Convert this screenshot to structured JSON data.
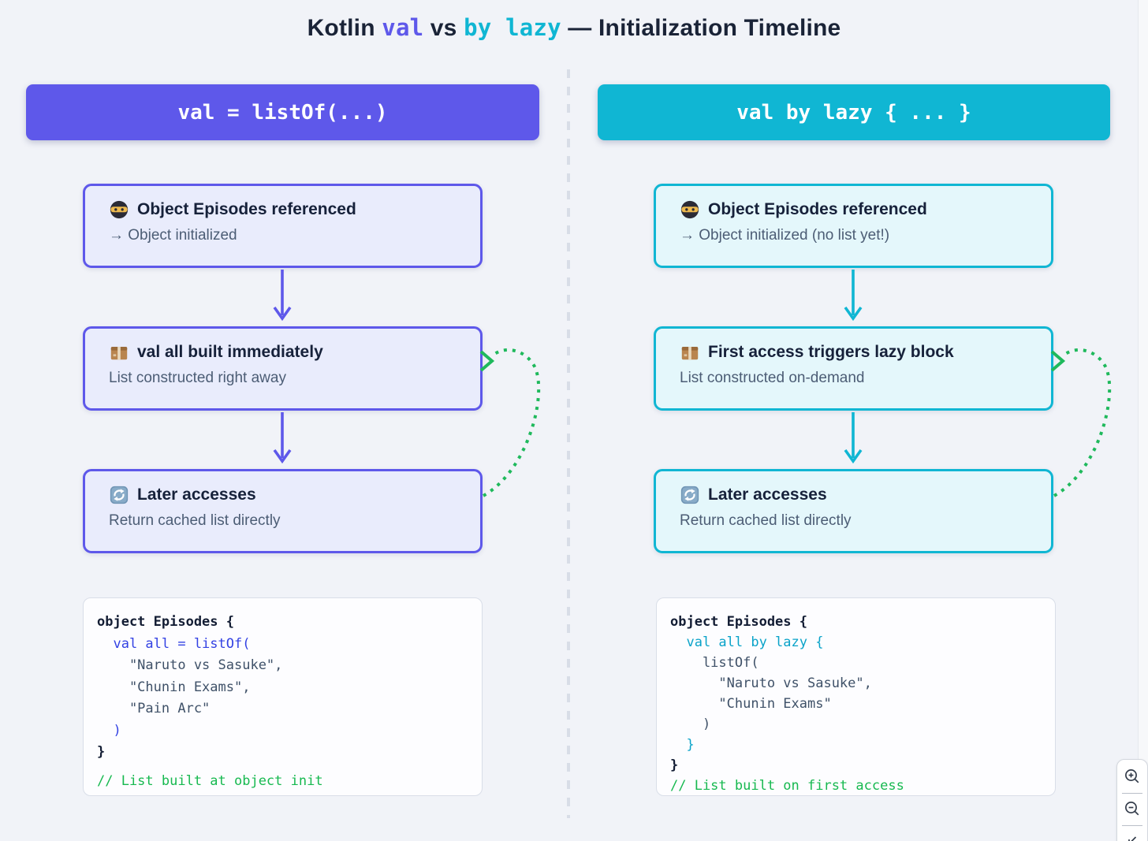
{
  "title": {
    "prefix": "Kotlin ",
    "val_token": "val",
    "middle": " vs ",
    "lazy_token": "by lazy",
    "suffix": " — Initialization Timeline"
  },
  "columns": {
    "left": {
      "header_label": "val = listOf(...)",
      "boxes": [
        {
          "icon": "ninja",
          "title": "Object Episodes referenced",
          "subtitle": "→ Object initialized"
        },
        {
          "icon": "package",
          "title": "val all built immediately",
          "subtitle": "List constructed right away"
        },
        {
          "icon": "refresh",
          "title": "Later accesses",
          "subtitle": "Return cached list directly"
        }
      ],
      "code_lines": [
        {
          "text": "object Episodes {",
          "style": "decl"
        },
        {
          "text": "  val all = listOf(",
          "style": "keyword"
        },
        {
          "text": "    \"Naruto vs Sasuke\",",
          "style": "plain"
        },
        {
          "text": "    \"Chunin Exams\",",
          "style": "plain"
        },
        {
          "text": "    \"Pain Arc\"",
          "style": "plain"
        },
        {
          "text": "  )",
          "style": "keyword"
        },
        {
          "text": "}",
          "style": "decl"
        },
        {
          "text": "// List built at object init",
          "style": "comment"
        }
      ]
    },
    "right": {
      "header_label": "val by lazy { ... }",
      "boxes": [
        {
          "icon": "ninja",
          "title": "Object Episodes referenced",
          "subtitle": "→ Object initialized (no list yet!)"
        },
        {
          "icon": "package",
          "title": "First access triggers lazy block",
          "subtitle": "List constructed on-demand"
        },
        {
          "icon": "refresh",
          "title": "Later accesses",
          "subtitle": "Return cached list directly"
        }
      ],
      "code_lines": [
        {
          "text": "object Episodes {",
          "style": "decl"
        },
        {
          "text": "  val all by lazy {",
          "style": "keyword"
        },
        {
          "text": "    listOf(",
          "style": "plain"
        },
        {
          "text": "      \"Naruto vs Sasuke\",",
          "style": "plain"
        },
        {
          "text": "      \"Chunin Exams\"",
          "style": "plain"
        },
        {
          "text": "    )",
          "style": "plain"
        },
        {
          "text": "  }",
          "style": "keyword"
        },
        {
          "text": "}",
          "style": "decl"
        },
        {
          "text": "// List built on first access",
          "style": "comment"
        }
      ]
    }
  },
  "controls": {
    "icons": [
      "zoom-in",
      "zoom-out",
      "reset-view"
    ]
  },
  "colors": {
    "accent-purple": "#5e58ea",
    "purple-fill": "#e9ecfc",
    "accent-cyan": "#10b6d3",
    "cyan-fill": "#e4f7fb",
    "flow-green": "#1fb95c",
    "kw-left": "#3342e3",
    "kw-right": "#0aa3c9",
    "code-comment": "#17b950",
    "code-plain": "#3f5168",
    "code-decl": "#131d34"
  }
}
